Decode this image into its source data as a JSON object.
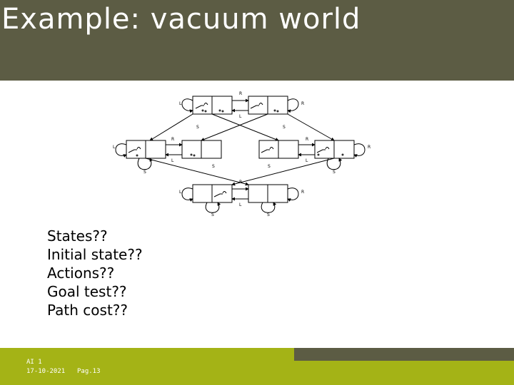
{
  "slide": {
    "title": "Example: vacuum world",
    "bullets": [
      "States??",
      "Initial state??",
      "Actions??",
      "Goal test??",
      "Path cost??"
    ]
  },
  "footer": {
    "course": "AI 1",
    "date": "17-10-2021",
    "page": "Pag.13"
  },
  "diagram": {
    "labels": {
      "left": "L",
      "right": "R",
      "suck": "S"
    }
  },
  "colors": {
    "header": "#5c5c44",
    "accent": "#a4b316"
  }
}
